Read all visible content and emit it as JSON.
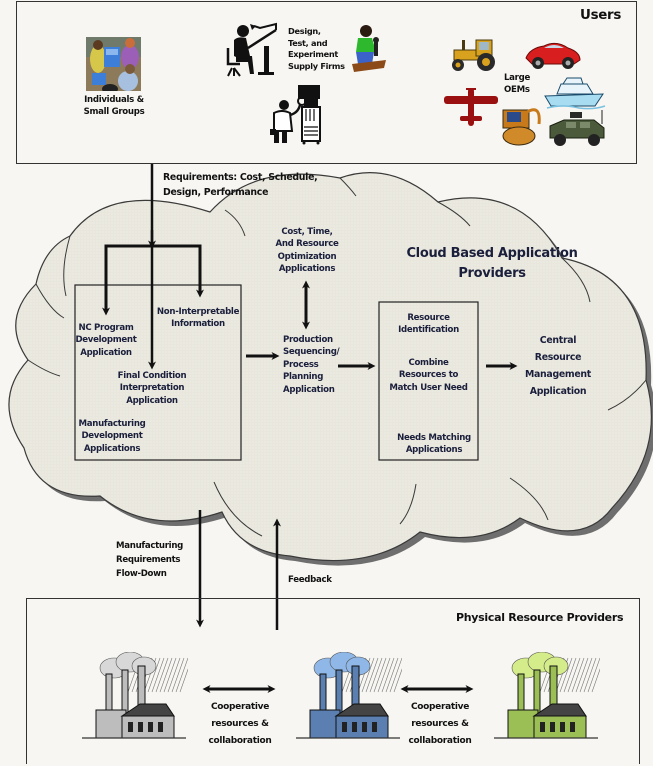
{
  "users_panel": {
    "title": "Users",
    "groups": [
      {
        "label": "Individuals & Small Groups",
        "lines": [
          "Individuals &",
          "Small Groups"
        ],
        "icon": "people-meeting-icon"
      },
      {
        "label": "Design, Test, and Experiment Supply Firms",
        "lines": [
          "Design,",
          "Test, and",
          "Experiment",
          "Supply Firms"
        ],
        "icons": [
          "drafting-engineer-icon",
          "lab-technician-icon",
          "scientist-microscope-icon"
        ]
      },
      {
        "label": "Large OEMs",
        "lines": [
          "Large",
          "OEMs"
        ],
        "icons": [
          "tractor-icon",
          "sports-car-icon",
          "airplane-icon",
          "yacht-icon",
          "generator-icon",
          "military-vehicle-icon"
        ]
      }
    ]
  },
  "requirements_label": {
    "lines": [
      "Requirements: Cost, Schedule,",
      "Design, Performance"
    ]
  },
  "cloud": {
    "title_lines": [
      "Cloud Based Application",
      "Providers"
    ],
    "optimization": {
      "lines": [
        "Cost, Time,",
        "And Resource",
        "Optimization",
        "Applications"
      ]
    },
    "manufacturing_box": {
      "nc_program": {
        "lines": [
          "NC Program",
          "Development",
          "Application"
        ]
      },
      "non_interpretable": {
        "lines": [
          "Non-Interpretable",
          "Information"
        ]
      },
      "final_condition": {
        "lines": [
          "Final Condition",
          "Interpretation",
          "Application"
        ]
      },
      "footer": {
        "lines": [
          "Manufacturing",
          "Development",
          "Applications"
        ]
      }
    },
    "production": {
      "lines": [
        "Production",
        "Sequencing/",
        "Process",
        "Planning",
        "Application"
      ]
    },
    "needs_box": {
      "resource_identification": {
        "lines": [
          "Resource",
          "Identification"
        ]
      },
      "combine": {
        "lines": [
          "Combine",
          "Resources to",
          "Match User Need"
        ]
      },
      "footer": {
        "lines": [
          "Needs Matching",
          "Applications"
        ]
      }
    },
    "central": {
      "lines": [
        "Central",
        "Resource",
        "Management",
        "Application"
      ]
    }
  },
  "flow_labels": {
    "flow_down": {
      "lines": [
        "Manufacturing",
        "Requirements",
        "Flow-Down"
      ]
    },
    "feedback": "Feedback"
  },
  "physical_panel": {
    "title": "Physical Resource Providers",
    "factories": [
      {
        "name": "factory-gray",
        "smoke_color": "#d8d8d8",
        "body_color": "#bdbdbd"
      },
      {
        "name": "factory-blue",
        "smoke_color": "#8fb8e8",
        "body_color": "#5a7fb0"
      },
      {
        "name": "factory-green",
        "smoke_color": "#d5ec8a",
        "body_color": "#9cbf55"
      }
    ],
    "collaboration_labels": [
      {
        "lines": [
          "Cooperative",
          "resources &",
          "collaboration"
        ]
      },
      {
        "lines": [
          "Cooperative",
          "resources &",
          "collaboration"
        ]
      }
    ]
  },
  "colors": {
    "background": "#f7f6f2",
    "cloud_fill": "#e9e7dd",
    "cloud_outline": "#3a3a3a",
    "text_navy": "#1a1f3c",
    "arrow": "#111111"
  }
}
